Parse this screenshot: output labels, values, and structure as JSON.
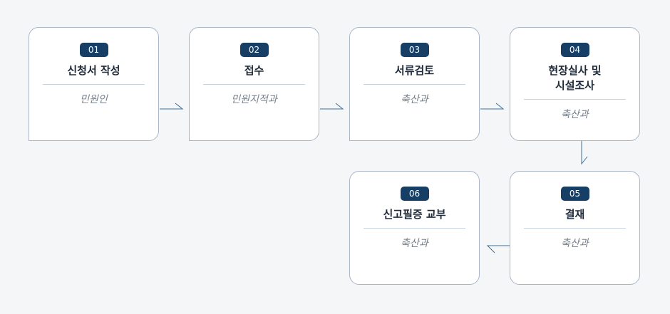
{
  "steps": [
    {
      "number": "01",
      "title": "신청서 작성",
      "dept": "민원인"
    },
    {
      "number": "02",
      "title": "접수",
      "dept": "민원지적과"
    },
    {
      "number": "03",
      "title": "서류검토",
      "dept": "축산과"
    },
    {
      "number": "04",
      "title": "현장실사 및\n시설조사",
      "dept": "축산과"
    },
    {
      "number": "05",
      "title": "결재",
      "dept": "축산과"
    },
    {
      "number": "06",
      "title": "신고필증 교부",
      "dept": "축산과"
    }
  ],
  "colors": {
    "badge": "#173f66",
    "border": "#aab6c6",
    "connector": "#3f6f99"
  }
}
